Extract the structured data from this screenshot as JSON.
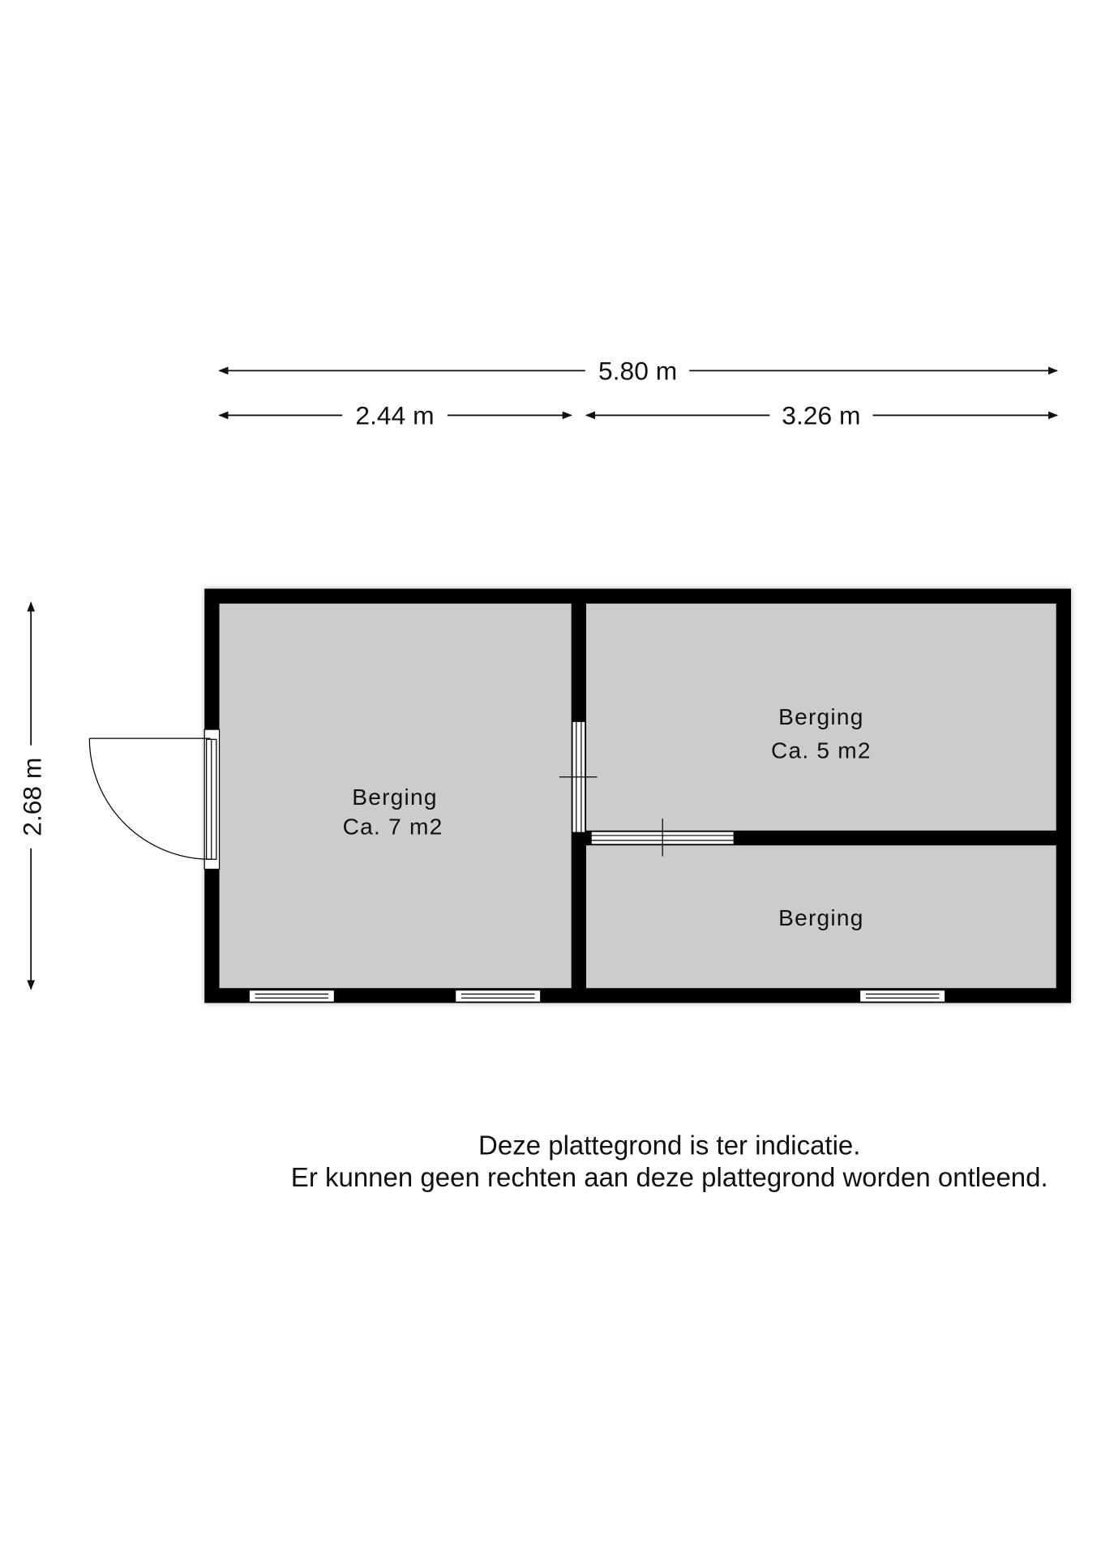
{
  "dimensions": {
    "total_width": "5.80 m",
    "left_width": "2.44 m",
    "right_width": "3.26 m",
    "height": "2.68 m"
  },
  "rooms": [
    {
      "name": "Berging",
      "area": "Ca. 7 m2"
    },
    {
      "name": "Berging",
      "area": "Ca. 5 m2"
    },
    {
      "name": "Berging"
    }
  ],
  "disclaimer": {
    "line1": "Deze plattegrond is ter indicatie.",
    "line2": "Er kunnen geen rechten aan deze plattegrond worden ontleend."
  },
  "colors": {
    "wall": "#000000",
    "floor": "#cccccc"
  }
}
